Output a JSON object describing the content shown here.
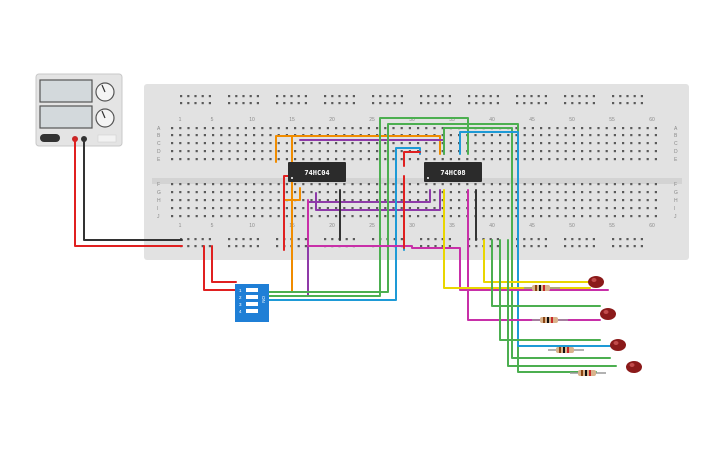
{
  "chips": [
    {
      "id": "chip-74hc04",
      "label": "74HC04"
    },
    {
      "id": "chip-74hc08",
      "label": "74HC08"
    }
  ],
  "breadboard": {
    "column_labels": [
      "1",
      "5",
      "10",
      "15",
      "20",
      "25",
      "30",
      "35",
      "40",
      "45",
      "50",
      "55",
      "60"
    ],
    "row_labels_top": [
      "A",
      "B",
      "C",
      "D",
      "E"
    ],
    "row_labels_bottom": [
      "F",
      "G",
      "H",
      "I",
      "J"
    ]
  },
  "dip_switch": {
    "label": "ON",
    "positions": [
      "1",
      "2",
      "3",
      "4"
    ]
  },
  "colors": {
    "wire_red": "#e02020",
    "wire_black": "#333333",
    "wire_orange": "#f08c00",
    "wire_purple": "#8e3aa8",
    "wire_green": "#4caf50",
    "wire_blue": "#1e9ad6",
    "wire_magenta": "#c82fa8",
    "wire_yellow": "#e9d600",
    "led_red": "#8b1a1a",
    "dip_blue": "#1f7fd6",
    "chip_body": "#2b2b2b"
  }
}
